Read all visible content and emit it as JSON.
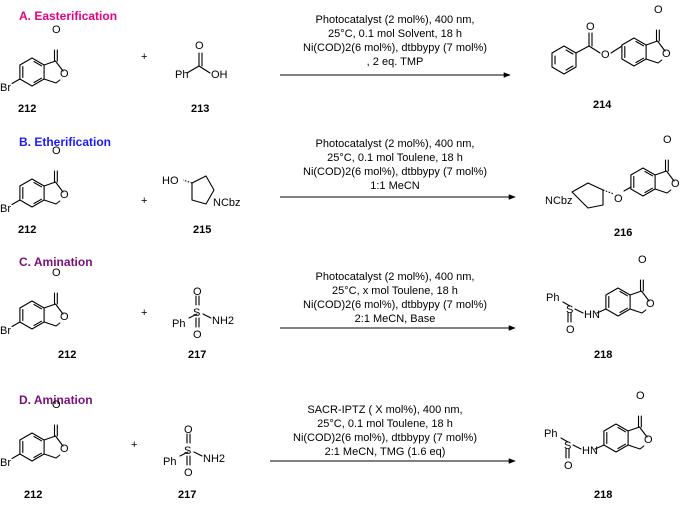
{
  "colors": {
    "section_a": "#e6007e",
    "section_b": "#1a1aff",
    "section_c": "#7a0f7a",
    "section_d": "#7a0f7a"
  },
  "sections": [
    {
      "title": "A. Easterification",
      "reactant1": "212",
      "reactant2": "213",
      "product": "214",
      "conditions": [
        "Photocatalyst (2 mol%), 400 nm,",
        "25°C, 0.1 mol Solvent, 18 h",
        "Ni(COD)2(6 mol%), dtbbypy (7 mol%)",
        ", 2 eq. TMP"
      ]
    },
    {
      "title": "B. Etherification",
      "reactant1": "212",
      "reactant2": "215",
      "product": "216",
      "conditions": [
        "Photocatalyst (2 mol%), 400 nm,",
        "25°C,  0.1 mol Toulene, 18 h",
        "Ni(COD)2(6 mol%), dtbbypy (7 mol%)",
        "1:1 MeCN"
      ]
    },
    {
      "title": "C. Amination",
      "reactant1": "212",
      "reactant2": "217",
      "product": "218",
      "conditions": [
        "Photocatalyst (2 mol%), 400 nm,",
        "25°C,  x mol Toulene, 18 h",
        "Ni(COD)2(6 mol%), dtbbypy (7 mol%)",
        "2:1 MeCN, Base"
      ]
    },
    {
      "title": "D. Amination",
      "reactant1": "212",
      "reactant2": "217",
      "product": "218",
      "conditions": [
        "SACR-IPTZ ( X mol%), 400 nm,",
        "25°C,  0.1 mol Toulene, 18 h",
        "Ni(COD)2(6 mol%), dtbbypy (7 mol%)",
        "2:1 MeCN, TMG (1.6 eq)"
      ]
    }
  ],
  "plus": "+",
  "atoms": {
    "O": "O",
    "OH": "OH",
    "Br": "Br",
    "HO": "HO",
    "NCbz": "NCbz",
    "Ph": "Ph",
    "S": "S",
    "NH2": "NH2",
    "HN": "HN"
  }
}
